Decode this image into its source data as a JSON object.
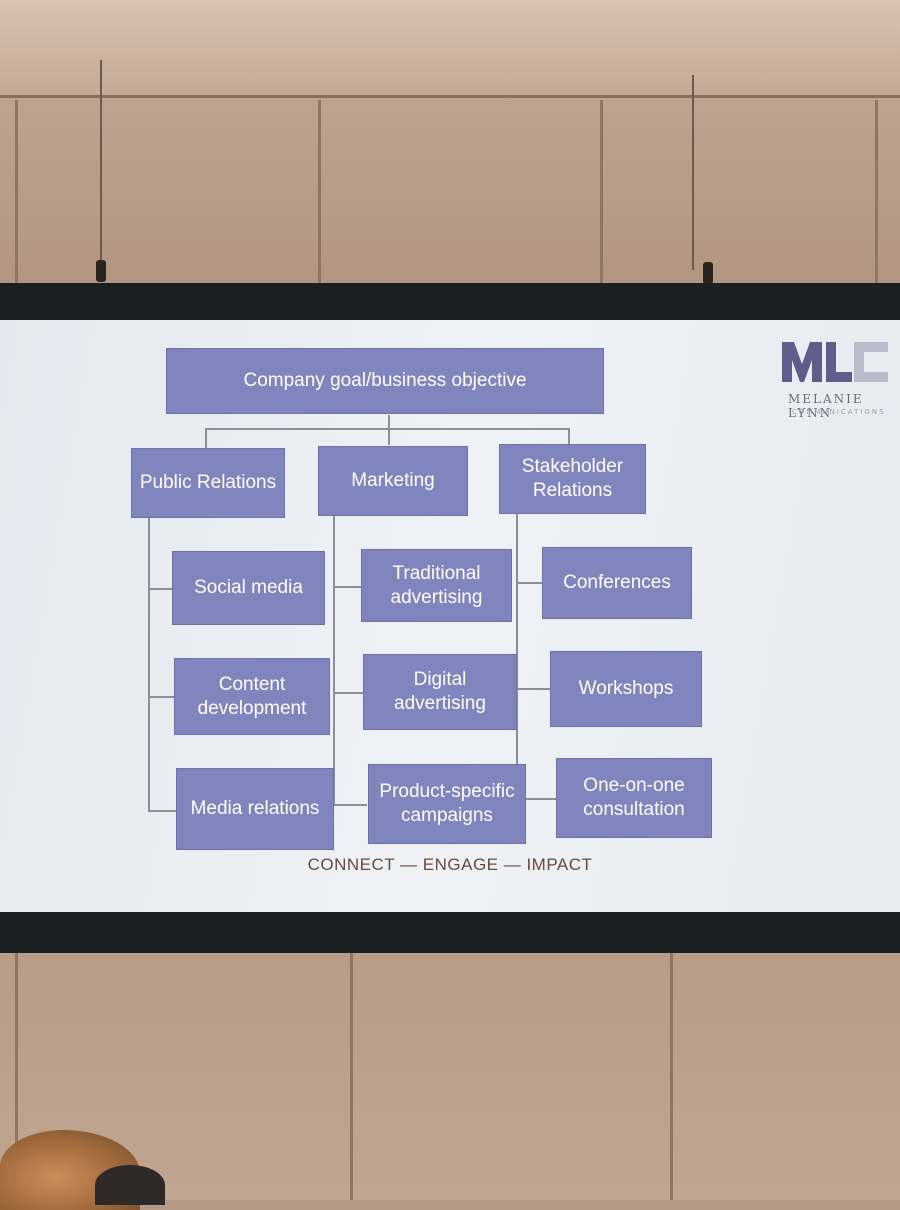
{
  "diagram": {
    "root": "Company goal/business objective",
    "branches": [
      {
        "label": "Public Relations",
        "children": [
          "Social media",
          "Content development",
          "Media relations"
        ]
      },
      {
        "label": "Marketing",
        "children": [
          "Traditional advertising",
          "Digital advertising",
          "Product-specific campaigns"
        ]
      },
      {
        "label": "Stakeholder Relations",
        "children": [
          "Conferences",
          "Workshops",
          "One-on-one consultation"
        ]
      }
    ],
    "tagline": "CONNECT — ENGAGE — IMPACT"
  },
  "logo": {
    "mark": "MLC",
    "name": "MELANIE LYNN",
    "sub": "COMMUNICATIONS",
    "colors": {
      "primary": "#5f5d8a",
      "secondary": "#b9bccb"
    }
  },
  "colors": {
    "box": "#8185bd",
    "connector": "#8a8f9a",
    "tagline": "#6b4a3e"
  }
}
